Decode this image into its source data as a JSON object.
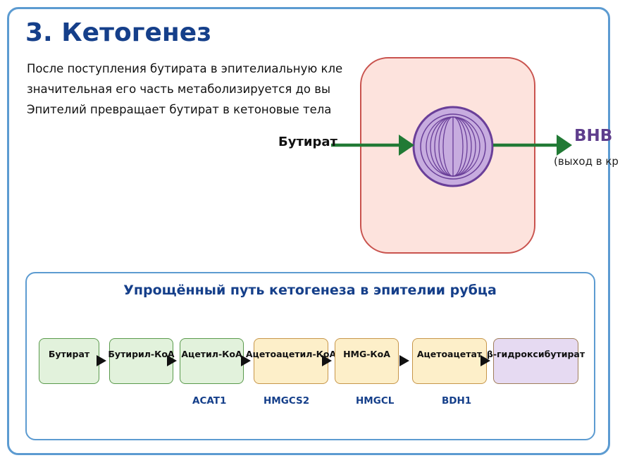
{
  "title": "3. Кетогенез",
  "intro": {
    "line1": "После поступления бутирата в эпителиальную кле",
    "line2": "значительная его часть метаболизируется до вы",
    "line3": "Эпителий превращает бутират в кетоновые тела"
  },
  "cell": {
    "input_label": "Бутират",
    "output_label": "BHB",
    "output_note": "(выход в кр"
  },
  "pathway": {
    "title": "Упрощённый путь кетогенеза в эпителии рубца",
    "steps": [
      {
        "label": "Бутират"
      },
      {
        "label": "Бутирил-КоА"
      },
      {
        "label": "Ацетил-КоА"
      },
      {
        "label": "Ацетоацетил-КоА"
      },
      {
        "label": "HMG-КоА"
      },
      {
        "label": "Ацетоацетат"
      },
      {
        "label": "β-гидроксибутират"
      }
    ],
    "enzymes": [
      "ACAT1",
      "HMGCS2",
      "HMGCL",
      "BDH1"
    ]
  },
  "colors": {
    "accent": "#153f8a",
    "frame": "#5c9bd1",
    "arrow": "#217a35",
    "cell_fill": "#fde3dd",
    "cell_border": "#c9534e",
    "mito_fill": "#c7acdf",
    "mito_border": "#6a3f99",
    "bhb": "#5e3d8c"
  }
}
